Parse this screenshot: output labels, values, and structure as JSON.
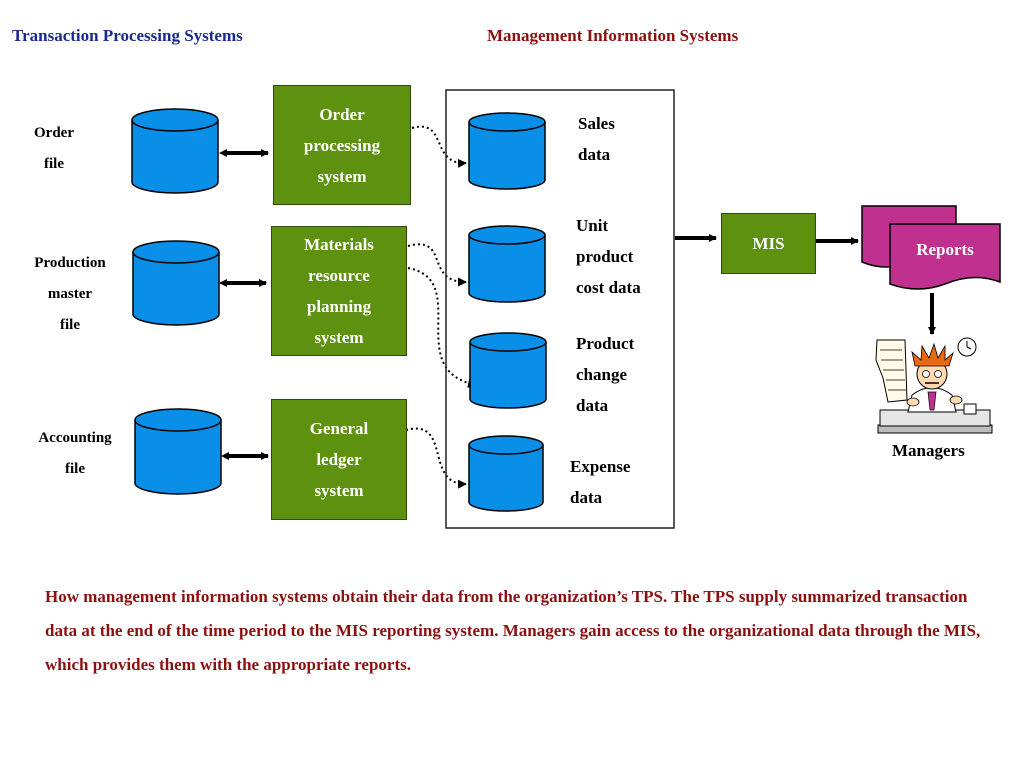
{
  "headings": {
    "tps": "Transaction Processing Systems",
    "mis": "Management Information Systems"
  },
  "files": [
    {
      "lines": [
        "Order",
        "file"
      ]
    },
    {
      "lines": [
        "Production",
        "master",
        "file"
      ]
    },
    {
      "lines": [
        "Accounting",
        "file"
      ]
    }
  ],
  "tps_systems": [
    {
      "lines": [
        "Order",
        "processing",
        "system"
      ]
    },
    {
      "lines": [
        "Materials",
        "resource",
        "planning",
        "system"
      ]
    },
    {
      "lines": [
        "General",
        "ledger",
        "system"
      ]
    }
  ],
  "mis_data": [
    {
      "lines": [
        "Sales",
        "data"
      ]
    },
    {
      "lines": [
        "Unit",
        "product",
        "cost data"
      ]
    },
    {
      "lines": [
        "Product",
        "change",
        "data"
      ]
    },
    {
      "lines": [
        "Expense",
        "data"
      ]
    }
  ],
  "mis_box": "MIS",
  "reports": "Reports",
  "managers": "Managers",
  "caption": "How management information systems obtain their data from the organization’s TPS. The TPS supply summarized transaction data at the end of the time period to the MIS reporting system. Managers gain access to the organizational data through the MIS, which provides them with the appropriate reports.",
  "colors": {
    "database_fill": "#0a8fe8",
    "system_box": "#5e9110",
    "reports_fill": "#c0308e",
    "heading_blue": "#1a2a8c",
    "heading_red": "#8b1010"
  }
}
